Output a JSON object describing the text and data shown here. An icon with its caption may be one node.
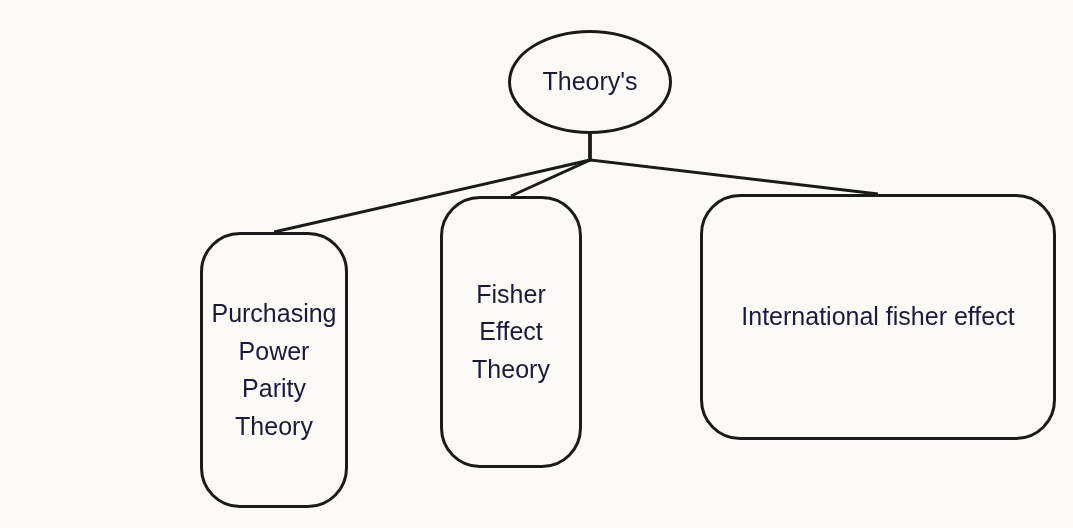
{
  "diagram": {
    "nodes": [
      {
        "text": [
          "Theory's"
        ]
      },
      {
        "text": [
          "Purchasing Power Parity Theory"
        ]
      },
      {
        "text": [
          "Fisher Effect Theory"
        ]
      },
      {
        "text": [
          "International fisher effect"
        ]
      }
    ],
    "edges": [
      {
        "from": 0,
        "to": 1,
        "arrow": "none"
      },
      {
        "from": 0,
        "to": 2,
        "arrow": "none"
      },
      {
        "from": 0,
        "to": 3,
        "arrow": "none"
      }
    ]
  }
}
